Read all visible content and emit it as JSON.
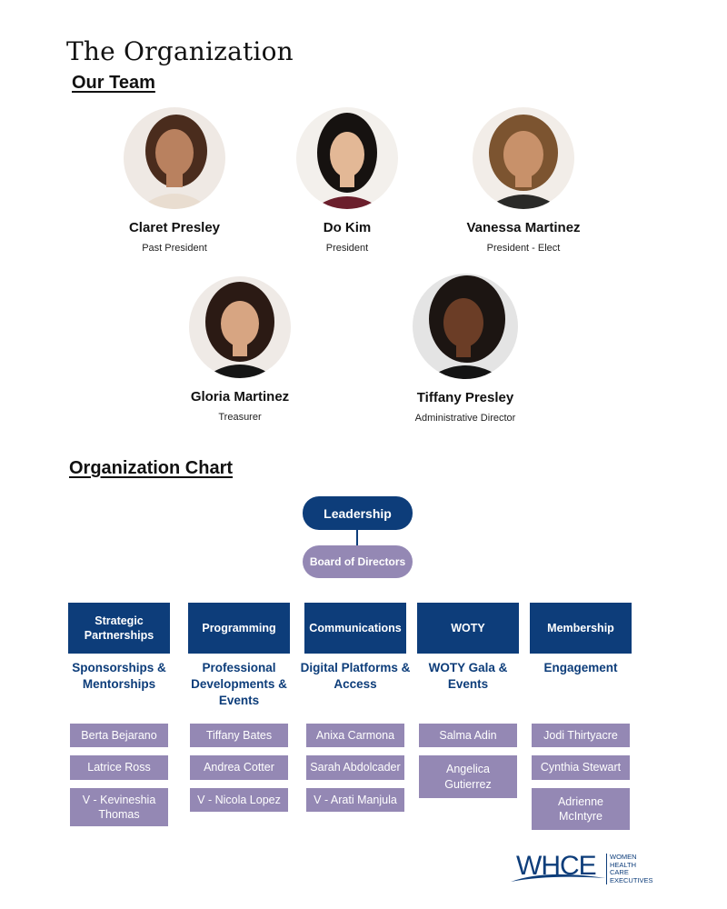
{
  "page": {
    "title": "The Organization",
    "team_heading": "Our Team",
    "chart_heading": "Organization Chart"
  },
  "team": [
    {
      "name": "Claret Presley",
      "role": "Past President"
    },
    {
      "name": "Do Kim",
      "role": "President"
    },
    {
      "name": "Vanessa Martinez",
      "role": "President - Elect"
    },
    {
      "name": "Gloria Martinez",
      "role": "Treasurer"
    },
    {
      "name": "Tiffany Presley",
      "role": "Administrative Director"
    }
  ],
  "org": {
    "leadership": "Leadership",
    "board": "Board of Directors",
    "departments": [
      {
        "name": "Strategic Partnerships",
        "focus": "Sponsorships & Mentorships",
        "members": [
          "Berta Bejarano",
          "Latrice Ross",
          "V - Kevineshia Thomas"
        ]
      },
      {
        "name": "Programming",
        "focus": "Professional Developments & Events",
        "members": [
          "Tiffany Bates",
          "Andrea Cotter",
          "V - Nicola Lopez"
        ]
      },
      {
        "name": "Communications",
        "focus": "Digital Platforms & Access",
        "members": [
          "Anixa Carmona",
          "Sarah Abdolcader",
          "V - Arati Manjula"
        ]
      },
      {
        "name": "WOTY",
        "focus": "WOTY Gala & Events",
        "members": [
          "Salma Adin",
          "Angelica Gutierrez"
        ]
      },
      {
        "name": "Membership",
        "focus": "Engagement",
        "members": [
          "Jodi Thirtyacre",
          "Cynthia Stewart",
          "Adrienne McIntyre"
        ]
      }
    ]
  },
  "logo": {
    "mark": "WHCE",
    "line1": "WOMEN",
    "line2": "HEALTH",
    "line3": "CARE",
    "line4": "EXECUTIVES"
  },
  "colors": {
    "navy": "#0d3d7a",
    "lavender": "#9488b4"
  }
}
